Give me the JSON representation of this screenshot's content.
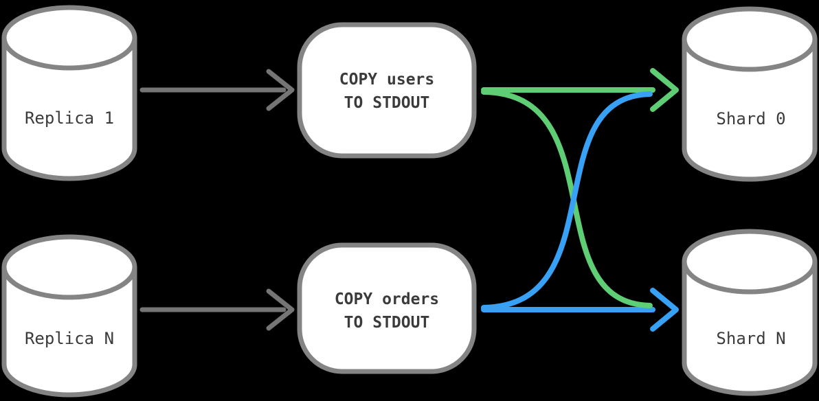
{
  "colors": {
    "background": "#000000",
    "node_fill": "#ffffff",
    "node_stroke": "#848484",
    "arrow_gray": "#757575",
    "arrow_green": "#5ecd74",
    "arrow_blue": "#38a0f5",
    "label_text": "#3b3b3b"
  },
  "nodes": {
    "replica_1": {
      "label": "Replica 1",
      "shape": "database-cylinder"
    },
    "replica_n": {
      "label": "Replica N",
      "shape": "database-cylinder"
    },
    "copy_users": {
      "line1": "COPY users",
      "line2": "TO STDOUT",
      "shape": "rounded-process"
    },
    "copy_orders": {
      "line1": "COPY orders",
      "line2": "TO STDOUT",
      "shape": "rounded-process"
    },
    "shard_0": {
      "label": "Shard 0",
      "shape": "database-cylinder"
    },
    "shard_n": {
      "label": "Shard N",
      "shape": "database-cylinder"
    }
  },
  "edges": [
    {
      "from": "replica_1",
      "to": "copy_users",
      "color": "gray",
      "style": "straight-arrow"
    },
    {
      "from": "replica_n",
      "to": "copy_orders",
      "color": "gray",
      "style": "straight-arrow"
    },
    {
      "from": "copy_users",
      "to": "shard_0",
      "color": "green",
      "style": "straight-arrow"
    },
    {
      "from": "copy_users",
      "to": "shard_n",
      "color": "green",
      "style": "crossing-curve"
    },
    {
      "from": "copy_orders",
      "to": "shard_n",
      "color": "blue",
      "style": "straight-arrow"
    },
    {
      "from": "copy_orders",
      "to": "shard_0",
      "color": "blue",
      "style": "crossing-curve"
    }
  ]
}
